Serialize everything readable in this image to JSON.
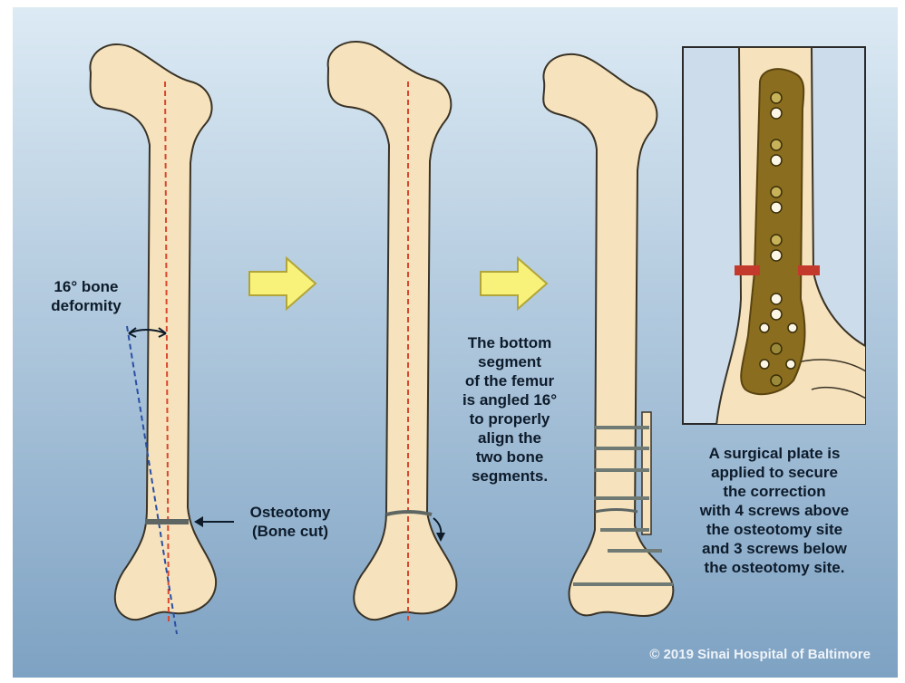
{
  "labels": {
    "deformity": [
      "16° bone",
      "deformity"
    ],
    "osteotomy": [
      "Osteotomy",
      "(Bone cut)"
    ],
    "bottom_segment": [
      "The bottom",
      "segment",
      "of the femur",
      "is angled 16°",
      "to properly",
      "align the",
      "two bone",
      "segments."
    ],
    "surgical_plate": [
      "A surgical plate is",
      "applied to secure",
      "the correction",
      "with 4 screws above",
      "the osteotomy site",
      "and 3 screws below",
      "the osteotomy site."
    ]
  },
  "copyright": "© 2019 Sinai Hospital of Baltimore",
  "colors": {
    "bone": "#f6e3bd",
    "bone_outline": "#3a3326",
    "midline": "#d9472e",
    "deformity_line": "#2a4fa3",
    "cut_line": "#5d6663",
    "arrow_fill": "#f8f27a",
    "plate": "#8a6d1e",
    "background_top": "#d9e8f3",
    "background_bottom": "#7fa3c4"
  }
}
